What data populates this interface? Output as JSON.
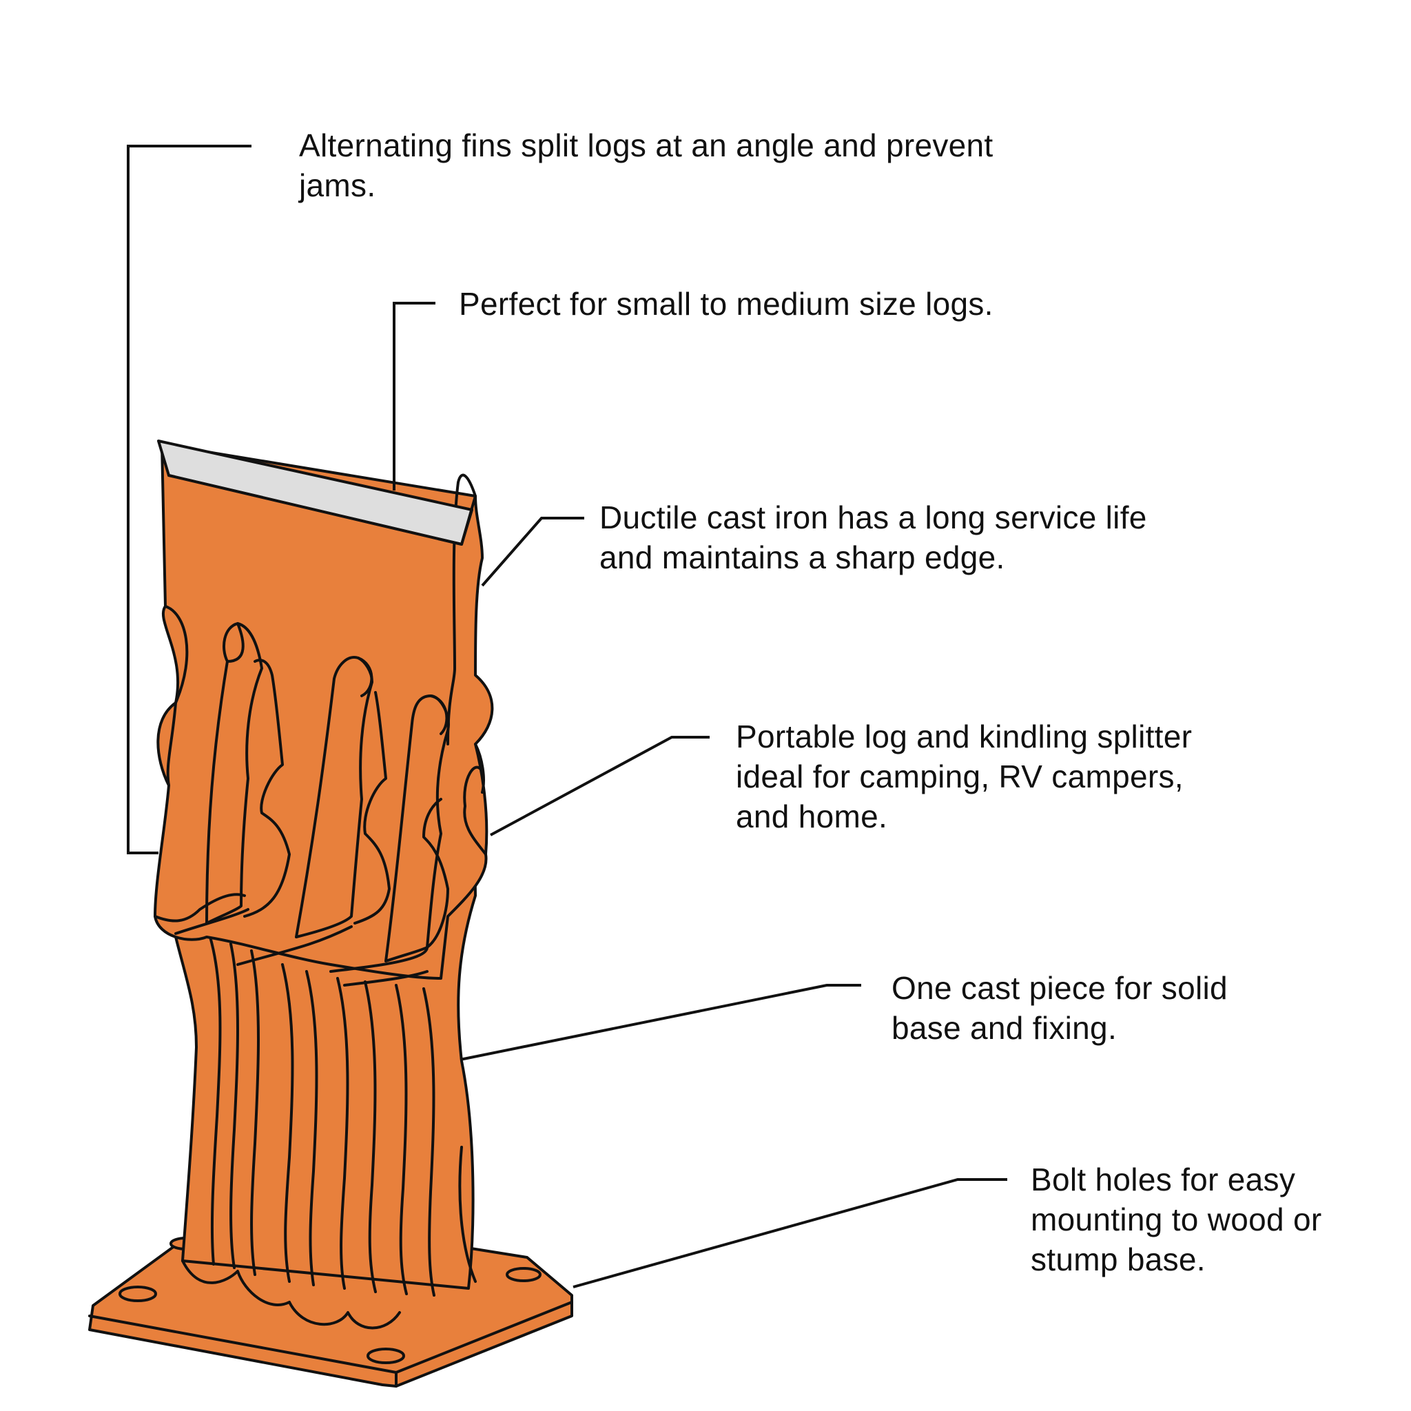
{
  "colors": {
    "body_fill": "#e8803c",
    "blade_fill": "#dedede",
    "outline": "#111111",
    "background": "#ffffff"
  },
  "callouts": {
    "fins": {
      "lines": [
        "Alternating fins split logs at an angle and prevent",
        "jams."
      ]
    },
    "size": {
      "lines": [
        "Perfect for small to medium size logs."
      ]
    },
    "iron": {
      "lines": [
        "Ductile cast iron has a long service life",
        "and maintains a sharp edge."
      ]
    },
    "portable": {
      "lines": [
        "Portable log and kindling splitter",
        "ideal for camping, RV campers,",
        "and home."
      ]
    },
    "cast": {
      "lines": [
        "One cast piece for solid",
        "base and fixing."
      ]
    },
    "bolts": {
      "lines": [
        "Bolt holes for easy",
        "mounting to wood or",
        "stump base."
      ]
    }
  }
}
